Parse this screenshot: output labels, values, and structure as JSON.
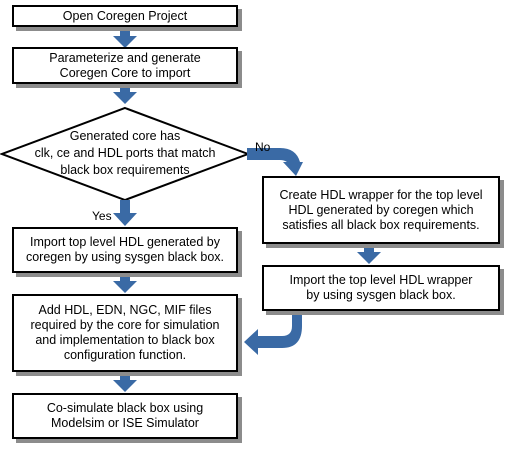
{
  "flowchart": {
    "colors": {
      "arrow": "#3a6aa5",
      "border": "#000000",
      "shadow": "#8c8c8c"
    },
    "steps": {
      "open": "Open Coregen Project",
      "parameterize": "Parameterize and generate\nCoregen Core to import",
      "decision": "Generated core has\nclk, ce and HDL ports that match\nblack box requirements",
      "import_hdl": "Import top level HDL generated by\ncoregen by using sysgen black box.",
      "add_files": "Add HDL, EDN, NGC, MIF files\nrequired by the core for simulation\nand implementation to black box\nconfiguration function.",
      "cosimulate": "Co-simulate black box using\nModelsim or ISE Simulator",
      "create_wrapper": "Create HDL wrapper for the top level\nHDL generated by coregen which\nsatisfies all black box requirements.",
      "import_wrapper": "Import the top level HDL wrapper\nby using sysgen black box."
    },
    "labels": {
      "yes": "Yes",
      "no": "No"
    }
  }
}
